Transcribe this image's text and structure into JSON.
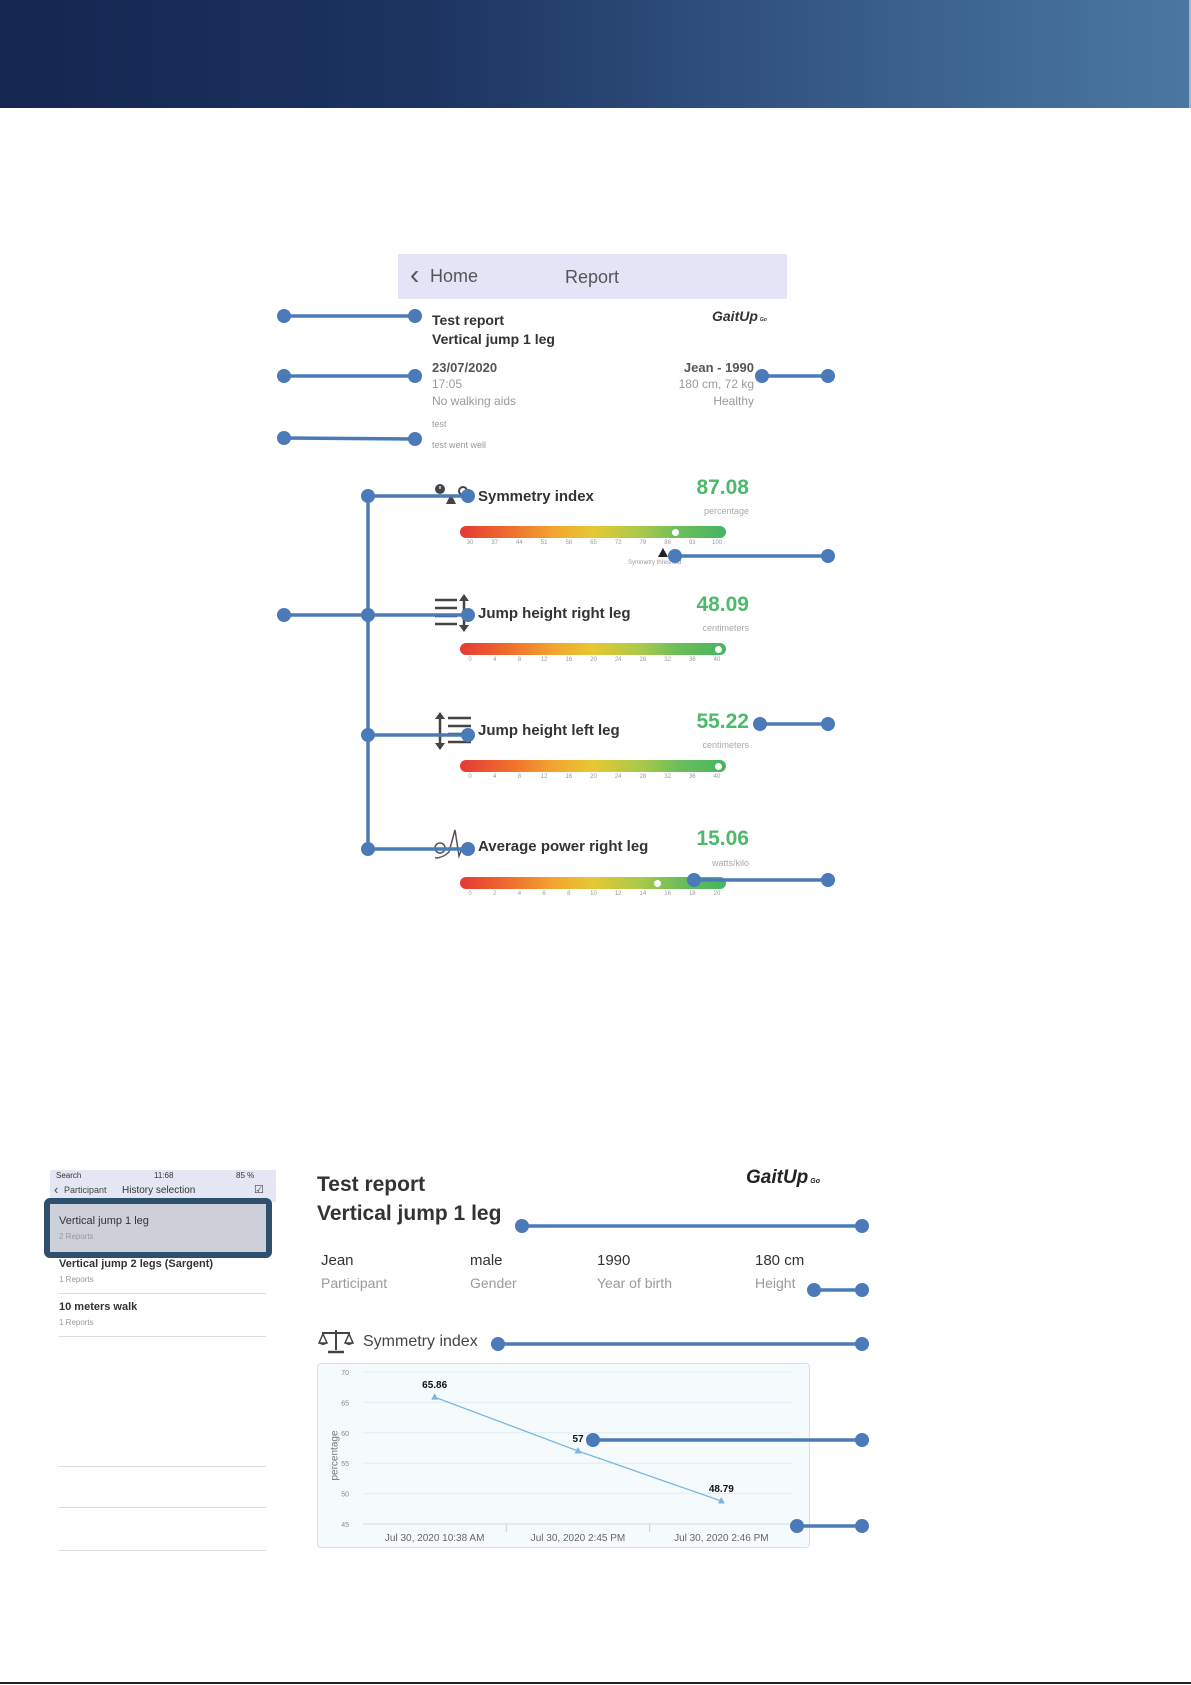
{
  "top_report": {
    "nav": {
      "back_label": "Home",
      "title": "Report"
    },
    "logo": "GaitUp",
    "logo_sub": "Go",
    "report_title": "Test report",
    "test_name": "Vertical jump 1 leg",
    "date": "23/07/2020",
    "time": "17:05",
    "walking_aids": "No walking aids",
    "participant": "Jean - 1990",
    "body": "180 cm, 72 kg",
    "health": "Healthy",
    "note_title": "test",
    "note_text": "test went well",
    "metrics": [
      {
        "title": "Symmetry index",
        "value": "87.08",
        "unit": "percentage",
        "ticks": [
          "30",
          "37",
          "44",
          "51",
          "58",
          "65",
          "72",
          "79",
          "86",
          "93",
          "100"
        ],
        "level": 0.81,
        "threshold_label": "Symmetry threshold",
        "threshold_level": 0.77,
        "icon": "clock-balance-icon"
      },
      {
        "title": "Jump height right leg",
        "value": "48.09",
        "unit": "centimeters",
        "ticks": [
          "0",
          "4",
          "8",
          "12",
          "16",
          "20",
          "24",
          "28",
          "32",
          "36",
          "40"
        ],
        "level": 0.99,
        "icon": "height-right-icon"
      },
      {
        "title": "Jump height left leg",
        "value": "55.22",
        "unit": "centimeters",
        "ticks": [
          "0",
          "4",
          "8",
          "12",
          "16",
          "20",
          "24",
          "28",
          "32",
          "36",
          "40"
        ],
        "level": 0.99,
        "icon": "height-left-icon"
      },
      {
        "title": "Average power right leg",
        "value": "15.06",
        "unit": "watts/kilo",
        "ticks": [
          "0",
          "2",
          "4",
          "6",
          "8",
          "10",
          "12",
          "14",
          "16",
          "18",
          "20"
        ],
        "level": 0.74,
        "icon": "power-curve-icon"
      }
    ]
  },
  "phone": {
    "status": {
      "carrier": "Search",
      "time": "11:68",
      "battery": "85 %"
    },
    "nav": {
      "back": "Participant",
      "title": "History selection"
    },
    "items": [
      {
        "title": "Vertical jump 1 leg",
        "sub": "2 Reports"
      },
      {
        "title": "Vertical jump 2 legs (Sargent)",
        "sub": "1 Reports"
      },
      {
        "title": "10 meters walk",
        "sub": "1 Reports"
      }
    ]
  },
  "history_report": {
    "report_title": "Test report",
    "test_name": "Vertical jump 1 leg",
    "logo": "GaitUp",
    "logo_sub": "Go",
    "fields": [
      {
        "value": "Jean",
        "label": "Participant"
      },
      {
        "value": "male",
        "label": "Gender"
      },
      {
        "value": "1990",
        "label": "Year of birth"
      },
      {
        "value": "180 cm",
        "label": "Height"
      }
    ],
    "section_title": "Symmetry index"
  },
  "chart_data": {
    "type": "line",
    "ylabel": "percentage",
    "ylim": [
      45,
      70
    ],
    "yticks": [
      45,
      50,
      55,
      60,
      65,
      70
    ],
    "categories": [
      "Jul 30, 2020 10:38 AM",
      "Jul 30, 2020 2:45 PM",
      "Jul 30, 2020 2:46 PM"
    ],
    "values": [
      65.86,
      57.0,
      48.79
    ],
    "data_labels": [
      "65.86",
      "57",
      "48.79"
    ],
    "grid": true,
    "color": "#7ab8e0"
  },
  "colors": {
    "accent": "#4a7ab8",
    "green_value": "#4cba6a",
    "banner": "#152650"
  }
}
